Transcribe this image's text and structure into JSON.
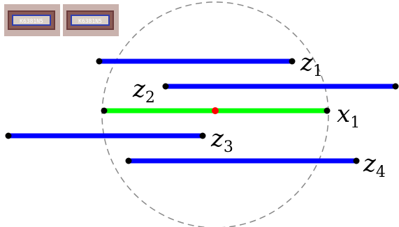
{
  "thumbnails": [
    {
      "text": "K6381N5"
    },
    {
      "text": "K6381N5"
    }
  ],
  "segments": [
    {
      "id": "z1",
      "symbol": "z",
      "index": "1",
      "color": "#0000ff"
    },
    {
      "id": "z2",
      "symbol": "z",
      "index": "2",
      "color": "#0000ff"
    },
    {
      "id": "x1",
      "symbol": "x",
      "index": "1",
      "color": "#00ff00"
    },
    {
      "id": "z3",
      "symbol": "z",
      "index": "3",
      "color": "#0000ff"
    },
    {
      "id": "z4",
      "symbol": "z",
      "index": "4",
      "color": "#0000ff"
    }
  ],
  "colors": {
    "endpoint": "#000000",
    "center": "#ff0000",
    "circle": "#888888"
  }
}
